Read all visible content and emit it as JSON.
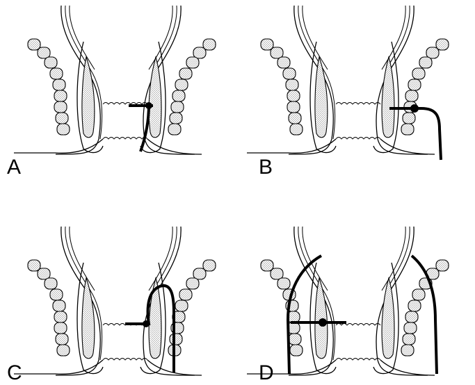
{
  "panels": [
    {
      "label": "A"
    },
    {
      "label": "B"
    },
    {
      "label": "C"
    },
    {
      "label": "D"
    }
  ],
  "colors": {
    "line": "#000000",
    "stipple": "#c8c8c8",
    "fill": "#ffffff"
  }
}
